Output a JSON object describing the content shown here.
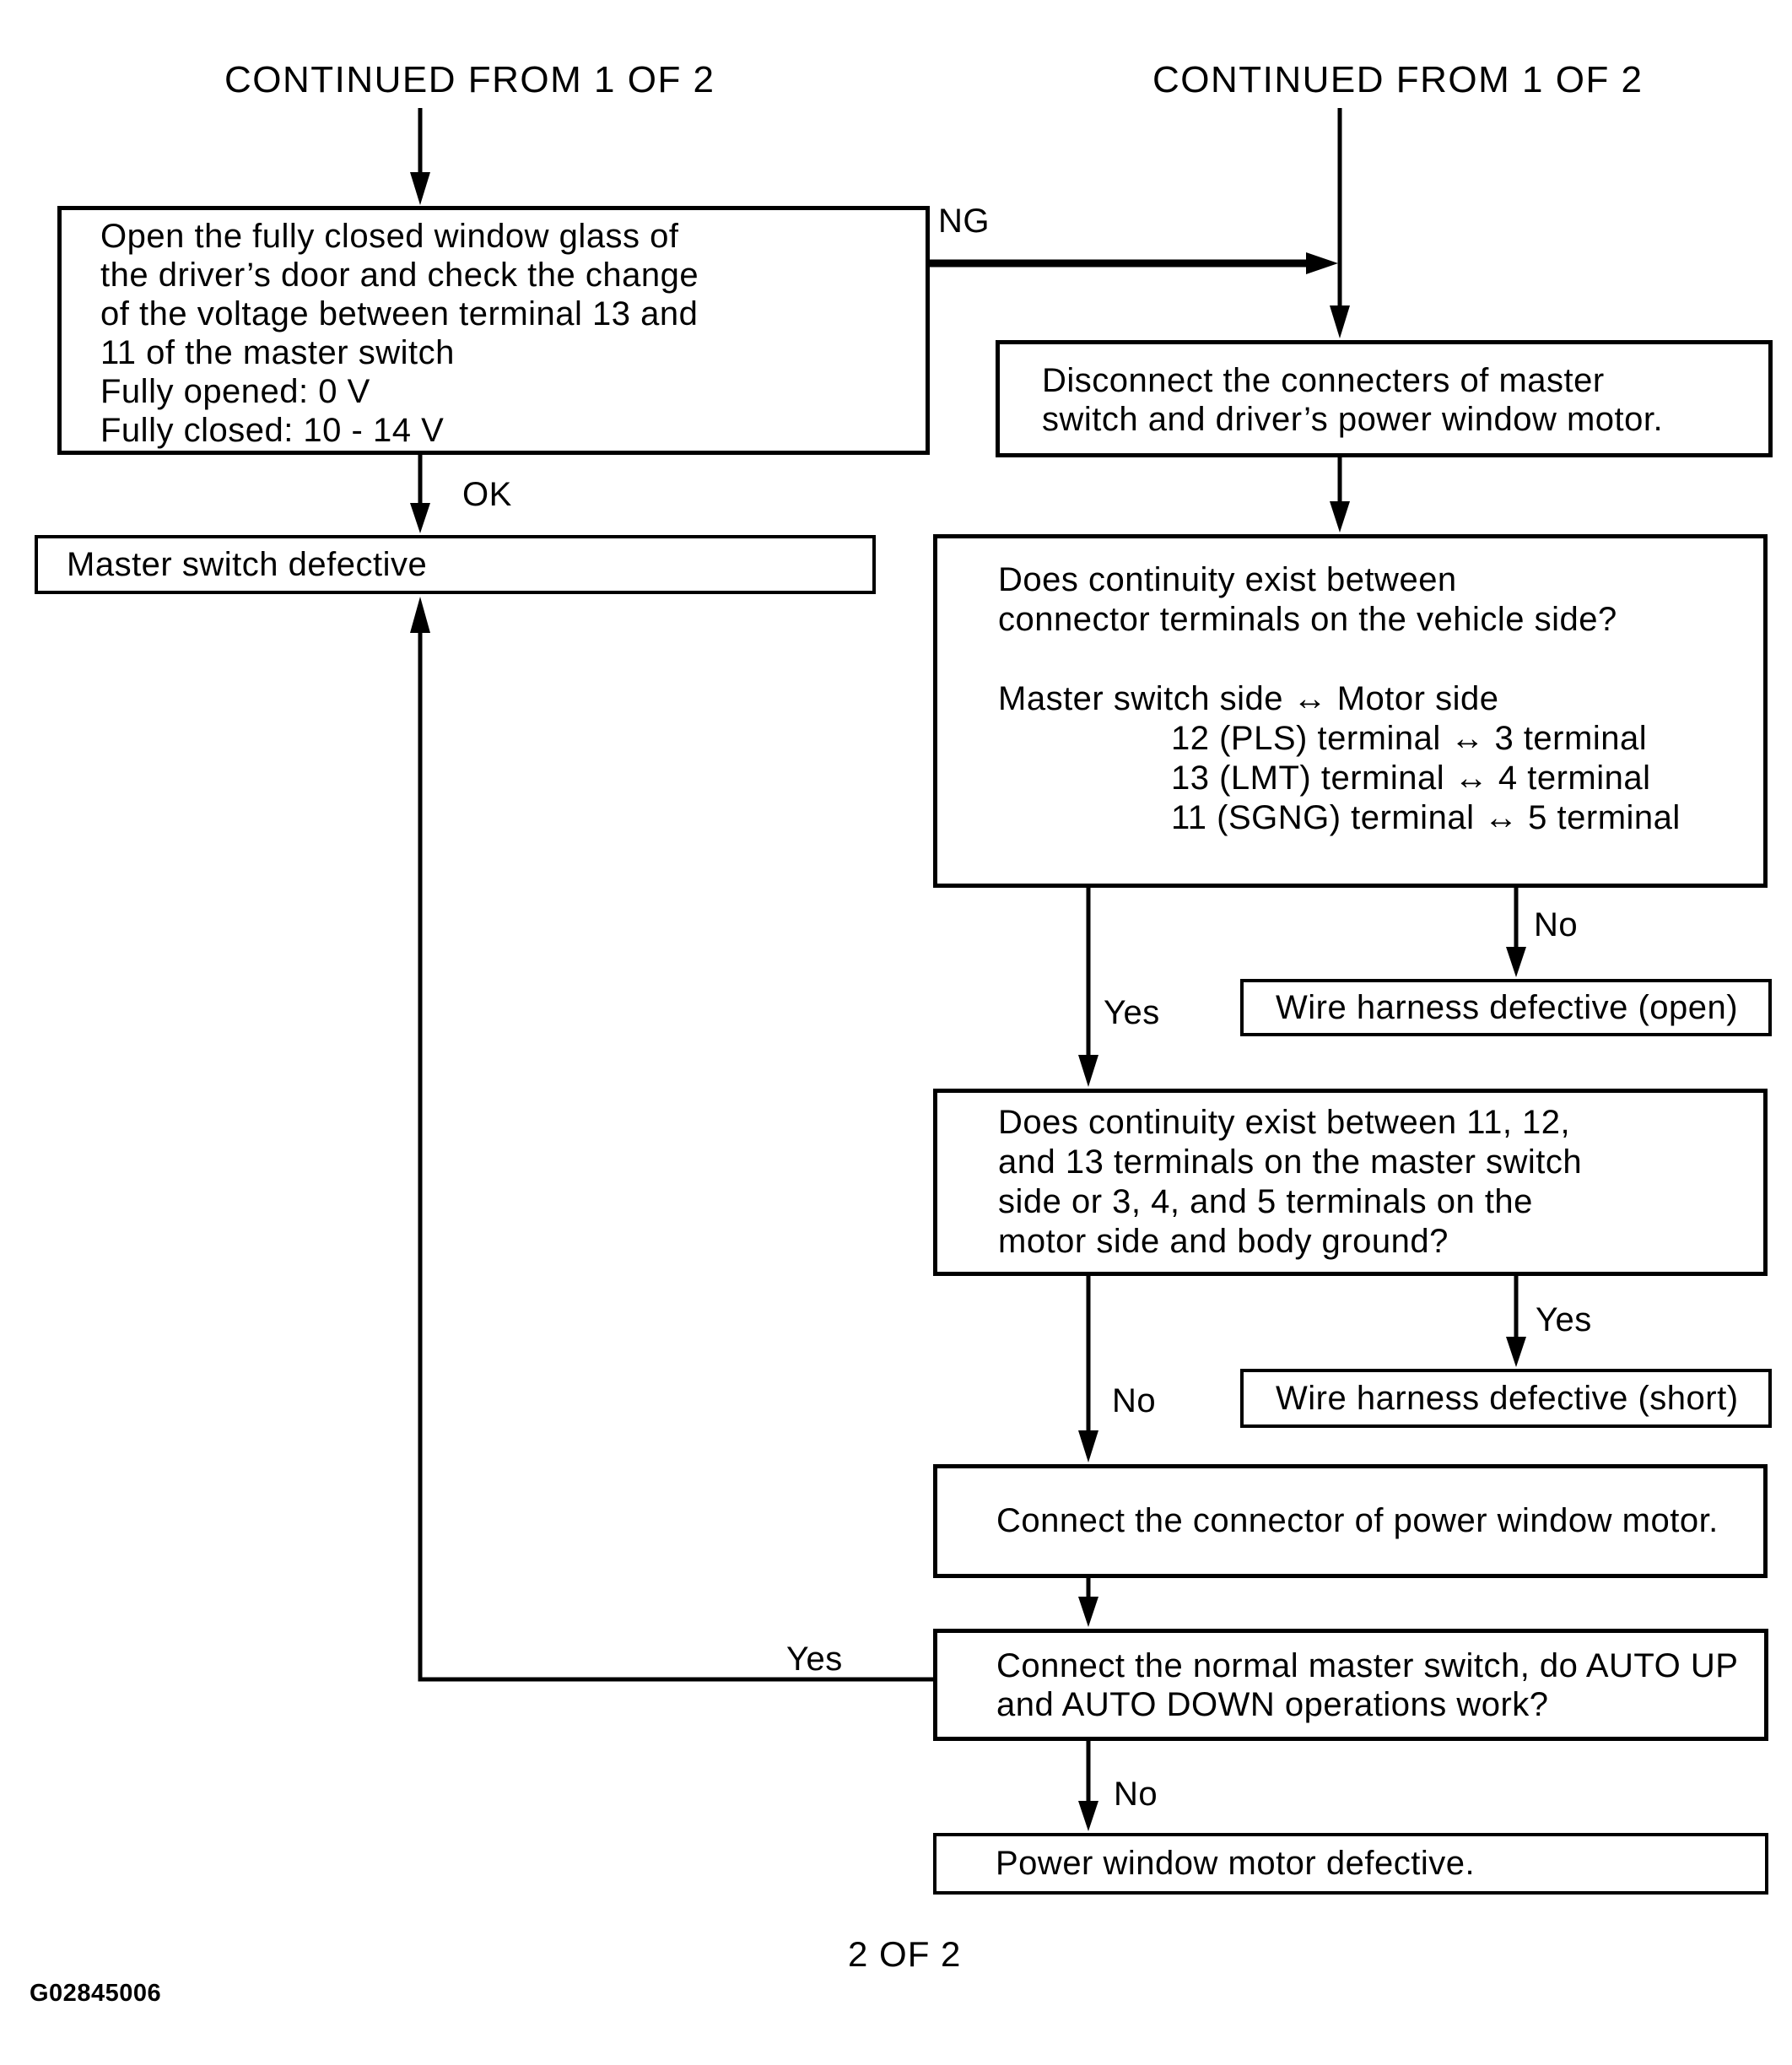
{
  "page": {
    "sheet_label": "2 OF 2",
    "figure_id": "G02845006",
    "ink_color": "#000000",
    "paper_color": "#ffffff"
  },
  "headers": {
    "left": "CONTINUED FROM 1 OF 2",
    "right": "CONTINUED FROM 1 OF 2"
  },
  "edge_labels": {
    "ng": "NG",
    "ok": "OK",
    "continuity_yes": "Yes",
    "continuity_no": "No",
    "ground_no": "No",
    "ground_yes": "Yes",
    "auto_yes": "Yes",
    "auto_no": "No"
  },
  "boxes": {
    "open_window_check": {
      "lines": [
        "Open the fully closed window glass of",
        "the driver’s door and check the change",
        "of the voltage between terminal 13 and",
        "11 of the master switch",
        "Fully opened: 0 V",
        "Fully closed: 10 - 14 V"
      ]
    },
    "master_switch_defective": {
      "text": "Master switch defective"
    },
    "disconnect_connectors": {
      "lines": [
        "Disconnect the connecters of master",
        "switch and driver’s power window motor."
      ]
    },
    "continuity_vehicle_side": {
      "lines": [
        "Does continuity exist between",
        "connector terminals on the vehicle side?",
        "",
        "Master switch side ↔ Motor side",
        "12 (PLS) terminal ↔ 3 terminal",
        "13 (LMT) terminal ↔ 4 terminal",
        "11 (SGNG) terminal ↔ 5 terminal"
      ]
    },
    "wire_harness_open": {
      "text": "Wire harness defective (open)"
    },
    "continuity_body_ground": {
      "lines": [
        "Does continuity exist between 11, 12,",
        "and 13 terminals on the master switch",
        "side or 3, 4, and 5 terminals on the",
        "motor side and body ground?"
      ]
    },
    "wire_harness_short": {
      "text": "Wire harness defective (short)"
    },
    "connect_motor_connector": {
      "text": "Connect the connector of power window motor."
    },
    "auto_up_down_check": {
      "lines": [
        "Connect the normal master switch, do AUTO UP",
        "and AUTO DOWN operations work?"
      ]
    },
    "motor_defective": {
      "text": "Power window motor defective."
    }
  }
}
